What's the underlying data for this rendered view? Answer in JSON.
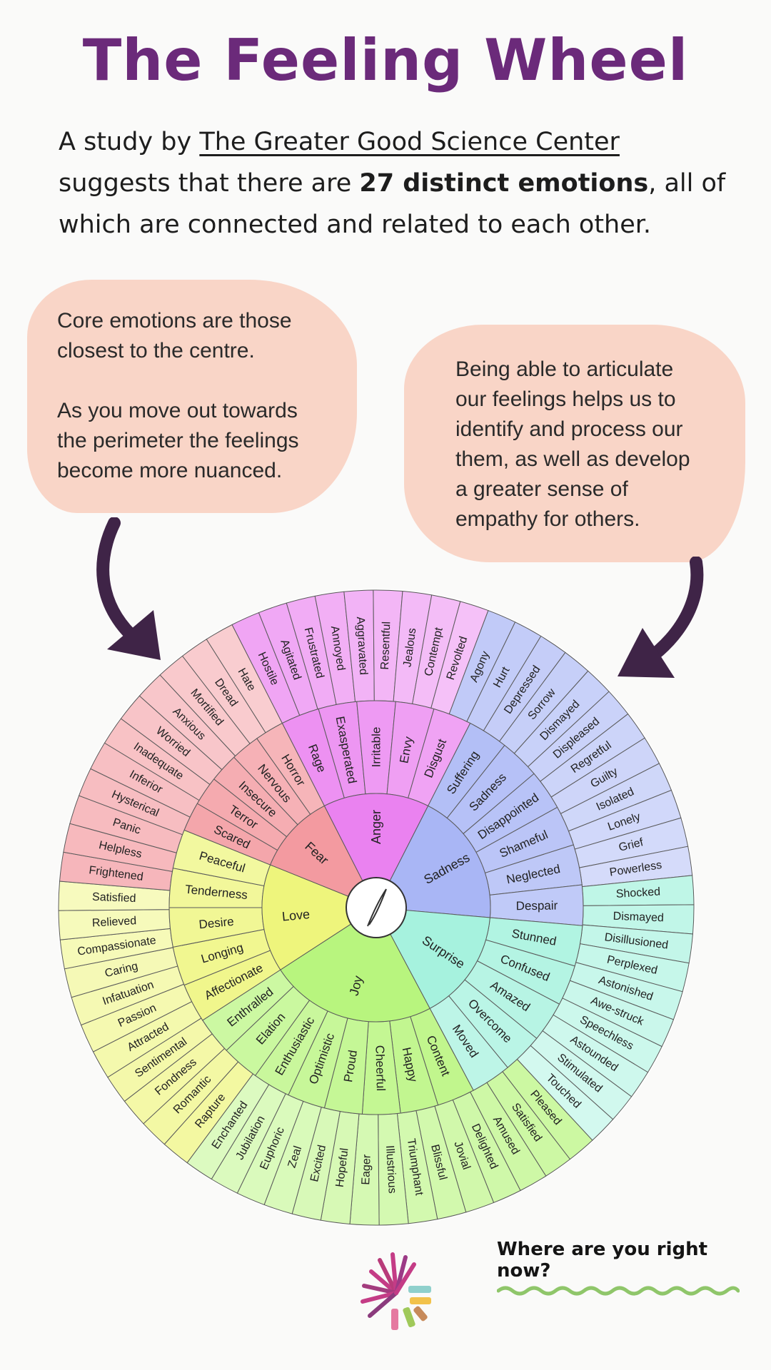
{
  "title": "The Feeling Wheel",
  "intro": {
    "prefix": "A study by ",
    "link": "The Greater Good Science Center",
    "line2_start": "suggests that there are ",
    "emphasis": "27 distinct emotions",
    "line2_end": ", all of",
    "line3": "which are connected and related to each other."
  },
  "bubble_left": {
    "para1": [
      "Core emotions are those",
      "closest to the centre."
    ],
    "para2": [
      "As you move out towards",
      "the perimeter the feelings",
      "become more nuanced."
    ]
  },
  "bubble_right": {
    "lines": [
      "Being able to articulate",
      "our feelings helps us to",
      "identify and process our",
      "them, as well as develop",
      "a greater sense of",
      "empathy for others."
    ]
  },
  "cta": "Where are you right now?",
  "wheel": {
    "core": [
      {
        "label": "Anger",
        "color": "#ea82f0"
      },
      {
        "label": "Sadness",
        "color": "#a9b6f5"
      },
      {
        "label": "Surprise",
        "color": "#a6f2de"
      },
      {
        "label": "Joy",
        "color": "#b8f57e"
      },
      {
        "label": "Love",
        "color": "#eef57c"
      },
      {
        "label": "Fear",
        "color": "#f39aa0"
      }
    ],
    "middle": [
      [
        "Rage",
        "Exasperated",
        "Irritable",
        "Envy",
        "Disgust"
      ],
      [
        "Suffering",
        "Sadness",
        "Disappointed",
        "Shameful",
        "Neglected",
        "Despair"
      ],
      [
        "Stunned",
        "Confused",
        "Amazed",
        "Overcome",
        "Moved"
      ],
      [
        "Content",
        "Happy",
        "Cheerful",
        "Proud",
        "Optimistic",
        "Enthusiastic",
        "Elation",
        "Enthralled"
      ],
      [
        "Affectionate",
        "Longing",
        "Desire",
        "Tenderness",
        "Peaceful"
      ],
      [
        "Scared",
        "Terror",
        "Insecure",
        "Nervous",
        "Horror"
      ]
    ],
    "outer": [
      [
        "Hostile",
        "Agitated",
        "Frustrated",
        "Annoyed",
        "Aggravated",
        "Resentful",
        "Jealous",
        "Contempt",
        "Revolted"
      ],
      [
        "Agony",
        "Hurt",
        "Depressed",
        "Sorrow",
        "Dismayed",
        "Displeased",
        "Regretful",
        "Guilty",
        "Isolated",
        "Lonely",
        "Grief",
        "Powerless"
      ],
      [
        "Shocked",
        "Dismayed",
        "Disillusioned",
        "Perplexed",
        "Astonished",
        "Awe-struck",
        "Speechless",
        "Astounded",
        "Stimulated",
        "Touched"
      ],
      [
        "Pleased",
        "Satisfied",
        "Amused",
        "Delighted",
        "Jovial",
        "Blissful",
        "Triumphant",
        "Illustrious",
        "Eager",
        "Hopeful",
        "Excited",
        "Zeal",
        "Euphoric",
        "Jubilation",
        "Enchanted"
      ],
      [
        "Rapture",
        "Romantic",
        "Fondness",
        "Sentimental",
        "Attracted",
        "Passion",
        "Infatuation",
        "Caring",
        "Compassionate",
        "Relieved",
        "Satisfied"
      ],
      [
        "Frightened",
        "Helpless",
        "Panic",
        "Hysterical",
        "Inferior",
        "Inadequate",
        "Worried",
        "Anxious",
        "Mortified",
        "Dread",
        "Hate"
      ]
    ]
  }
}
